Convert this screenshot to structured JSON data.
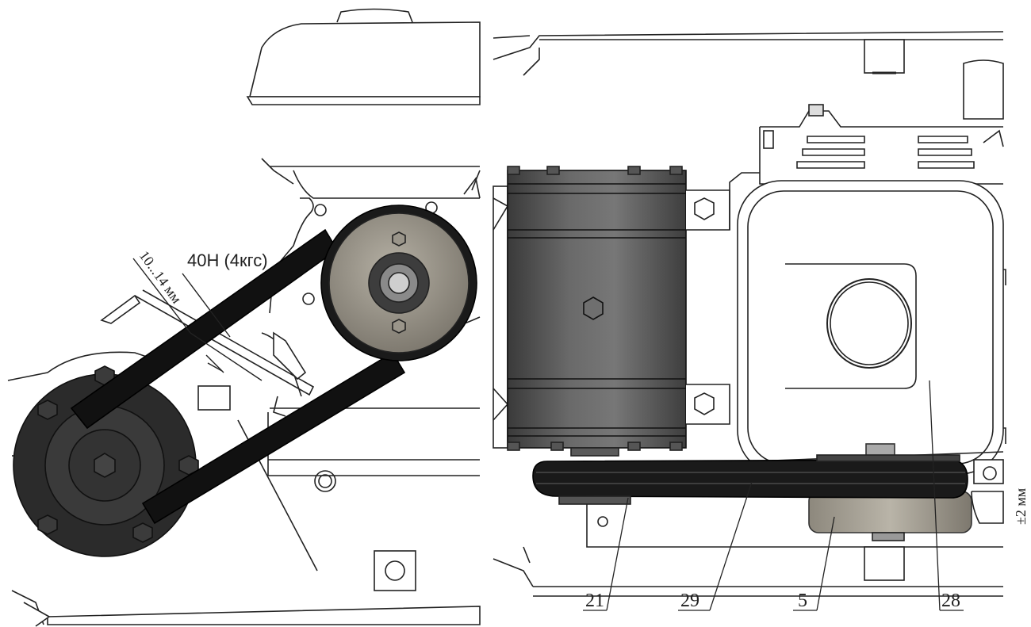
{
  "left_view": {
    "force_label": "40Н (4кгс)",
    "deflection_label": "10...14 мм"
  },
  "right_view": {
    "callouts": [
      {
        "id": "pulley-21",
        "text": "21"
      },
      {
        "id": "belt-29",
        "text": "29"
      },
      {
        "id": "pulley-5",
        "text": "5"
      },
      {
        "id": "cover-28",
        "text": "28"
      }
    ],
    "alignment_label": "±2 мм"
  }
}
